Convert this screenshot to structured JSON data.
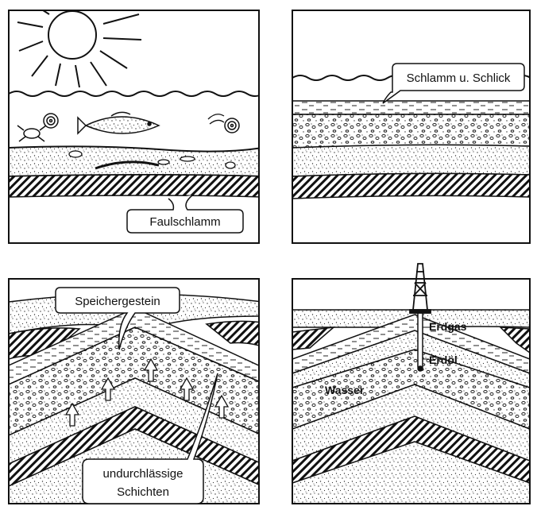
{
  "panels": [
    {
      "id": "p1",
      "labels": {
        "faulschlamm": "Faulschlamm"
      }
    },
    {
      "id": "p2",
      "labels": {
        "schlamm": "Schlamm u. Schlick"
      }
    },
    {
      "id": "p3",
      "labels": {
        "speicher": "Speichergestein",
        "undurch_1": "undurchlässige",
        "undurch_2": "Schichten"
      }
    },
    {
      "id": "p4",
      "labels": {
        "erdgas": "Erdgas",
        "erdoel": "Erdöl",
        "wasser": "Wasser"
      }
    }
  ]
}
